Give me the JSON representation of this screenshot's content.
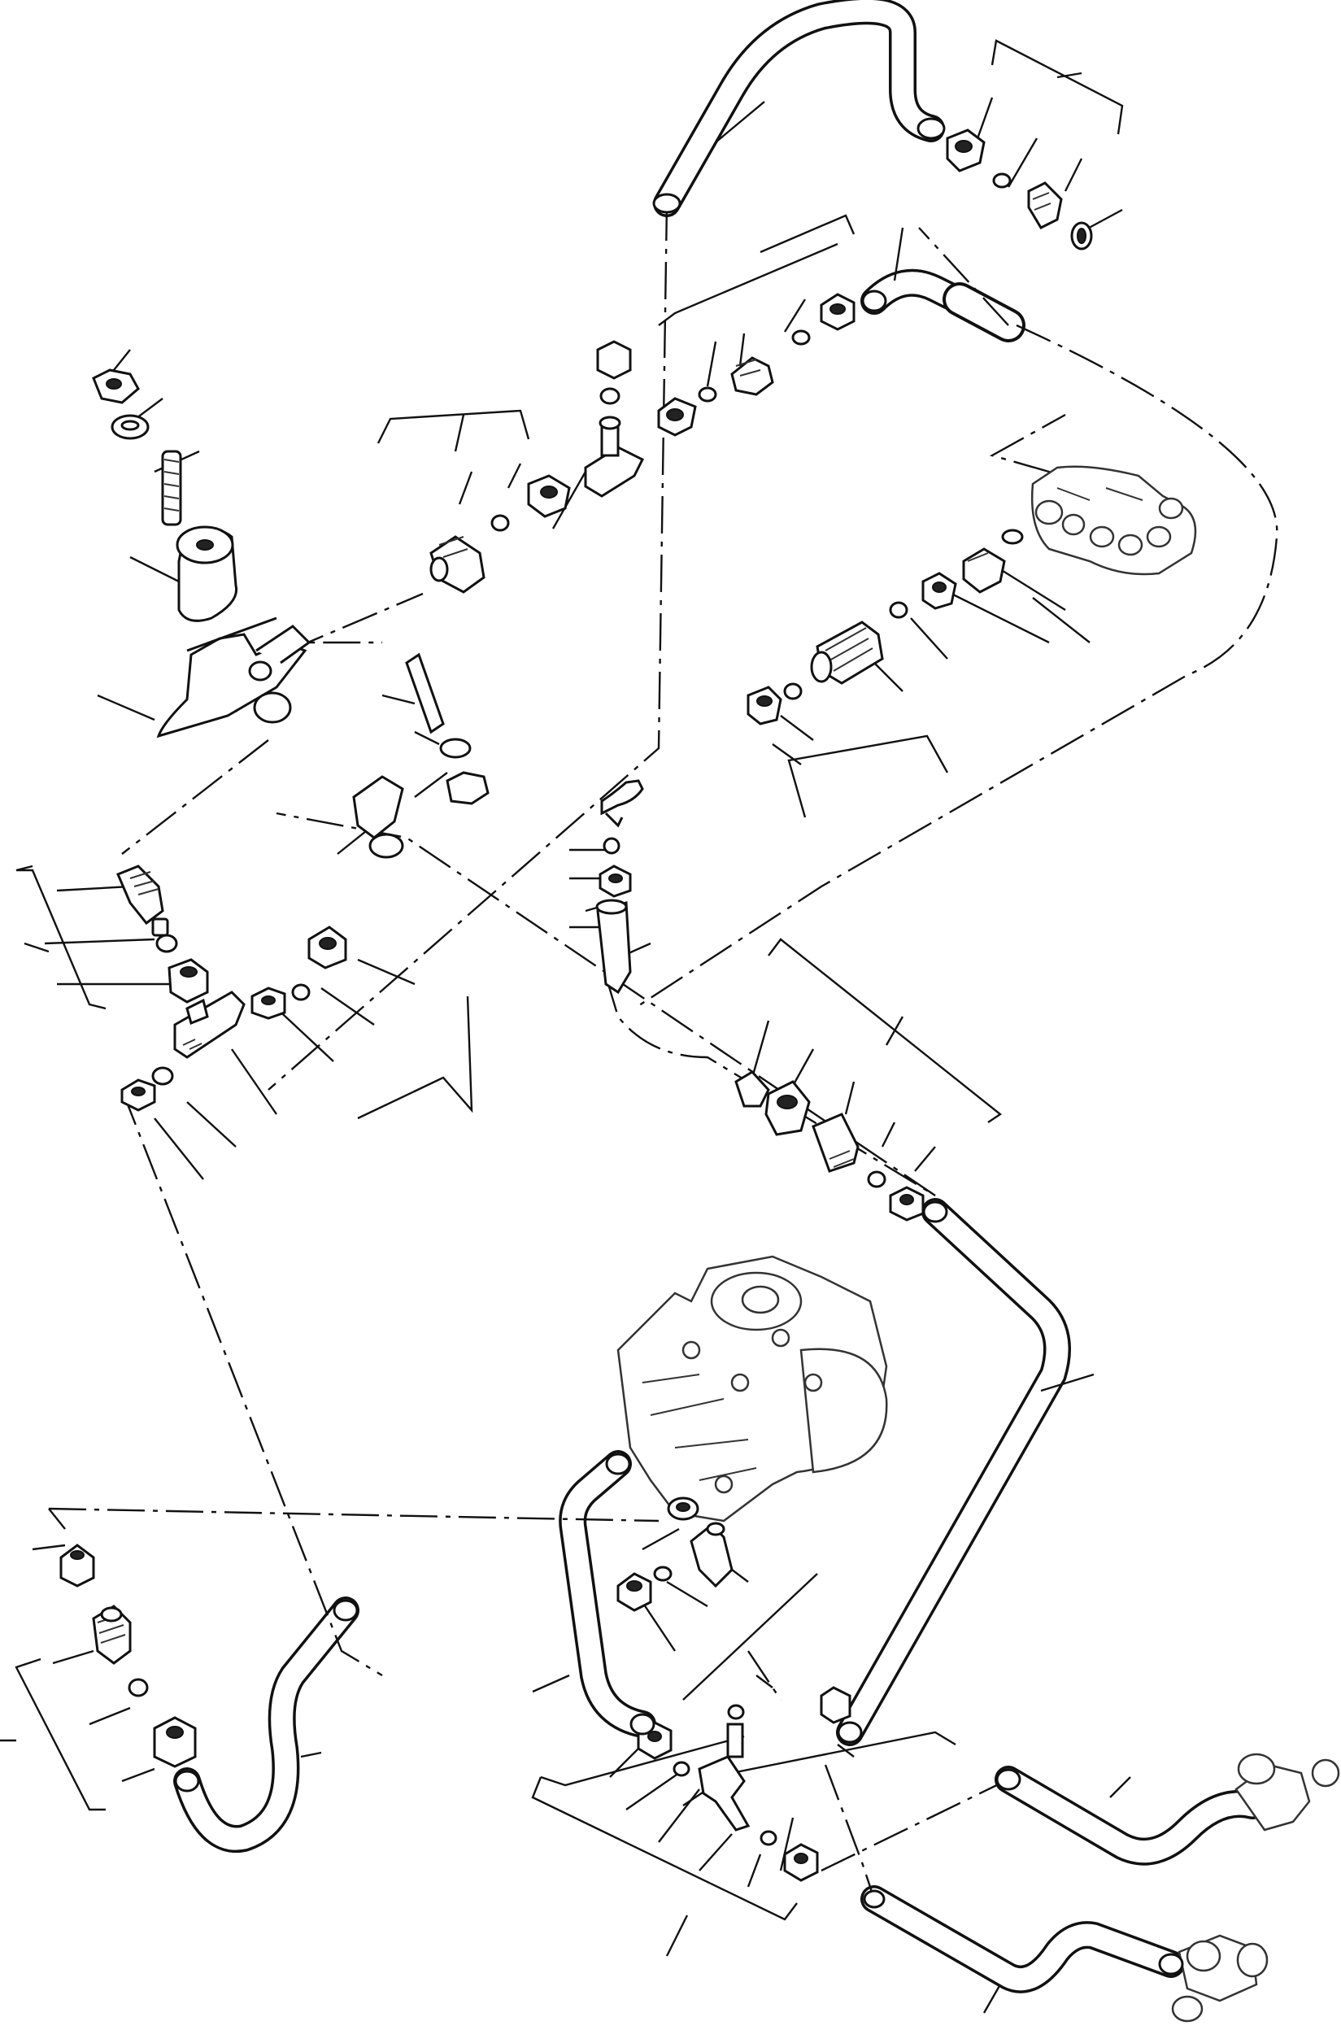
{
  "diagram": {
    "kind": "exploded parts view",
    "style": "monochrome line art",
    "assemblies": [
      {
        "id": "steering-valve",
        "icon": "valve-block-icon"
      },
      {
        "id": "steering-orbitrol-unit",
        "icon": "steering-unit-icon"
      },
      {
        "id": "tee-block",
        "icon": "tee-block-icon"
      }
    ],
    "hoses": [
      "top-hose",
      "upper-right-hose",
      "right-center-hose",
      "lower-left-hose",
      "lower-center-hose",
      "bottom-right-hose-upper",
      "bottom-right-hose-lower"
    ],
    "fittings": [
      "nut",
      "washer",
      "stud",
      "spacer",
      "union",
      "elbow",
      "tee",
      "adapter",
      "o-ring",
      "seal"
    ],
    "colors": {
      "ink": "#111111",
      "paper": "#ffffff"
    }
  }
}
